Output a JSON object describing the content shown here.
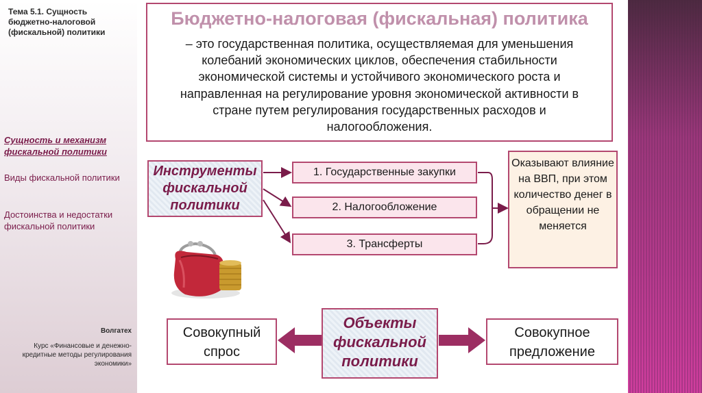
{
  "sidebar": {
    "topic": "Тема 5.1. Сущность бюджетно-налоговой (фискальной) политики",
    "nav": [
      {
        "label": "Сущность и механизм фискальной политики",
        "active": true
      },
      {
        "label": "Виды фискальной политики",
        "active": false
      },
      {
        "label": "Достоинства и недостатки фискальной политики",
        "active": false
      }
    ],
    "org": "Волгатех",
    "course": "Курс «Финансовые и денежно-кредитные методы регулирования экономики»"
  },
  "definition": {
    "title": "Бюджетно-налоговая (фискальная) политика",
    "text": "– это государственная политика, осуществляемая для уменьшения колебаний экономических циклов, обеспечения стабильности экономической системы и устойчивого экономического роста и направленная на регулирование уровня экономической активности в стране путем регулирования государственных расходов и налогообложения."
  },
  "instruments": {
    "title": "Инструменты фискальной политики",
    "items": [
      "1. Государственные закупки",
      "2. Налогообложение",
      "3. Трансферты"
    ],
    "effect": "Оказывают влияние на ВВП, при этом количество денег в обращении не меняется"
  },
  "bottom": {
    "left": "Совокупный спрос",
    "center": "Объекты фискальной политики",
    "right": "Совокупное предложение"
  },
  "colors": {
    "accent": "#b3476f",
    "title_pink": "#c090ab",
    "nav_text": "#7a1c4a",
    "item_fill": "#fbe5ec",
    "effect_fill": "#fdf1e4"
  },
  "icons": [
    "purse-with-coins-image",
    "right-decorative-stripes"
  ]
}
